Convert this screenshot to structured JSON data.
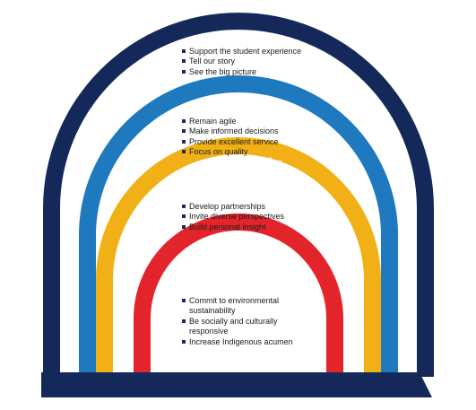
{
  "colors": {
    "navy": "#14295a",
    "blue": "#1e79be",
    "gold": "#f0b016",
    "red": "#e3252b",
    "text": "#1a1a1a"
  },
  "arches": {
    "difference": {
      "title": "MAKE A DIFFERENCE",
      "items": [
        "Support the student experience",
        "Tell our story",
        "See the big picture"
      ]
    },
    "better": {
      "title": "MAKE IT BETTER",
      "items": [
        "Remain agile",
        "Make informed decisions",
        "Provide excellent service",
        "Focus on quality"
      ]
    },
    "together": {
      "title": "WORK TOGETHER / ĆÁNEUEL OL",
      "items": [
        "Develop partnerships",
        "Invite diverse perspectives",
        "Build personal insight"
      ]
    },
    "honour": {
      "title": "HONOUR PEOPLE AND PLACE",
      "items": [
        "Commit to environmental sustainability",
        "Be socially and culturally responsive",
        "Increase Indigenous acumen"
      ]
    }
  }
}
